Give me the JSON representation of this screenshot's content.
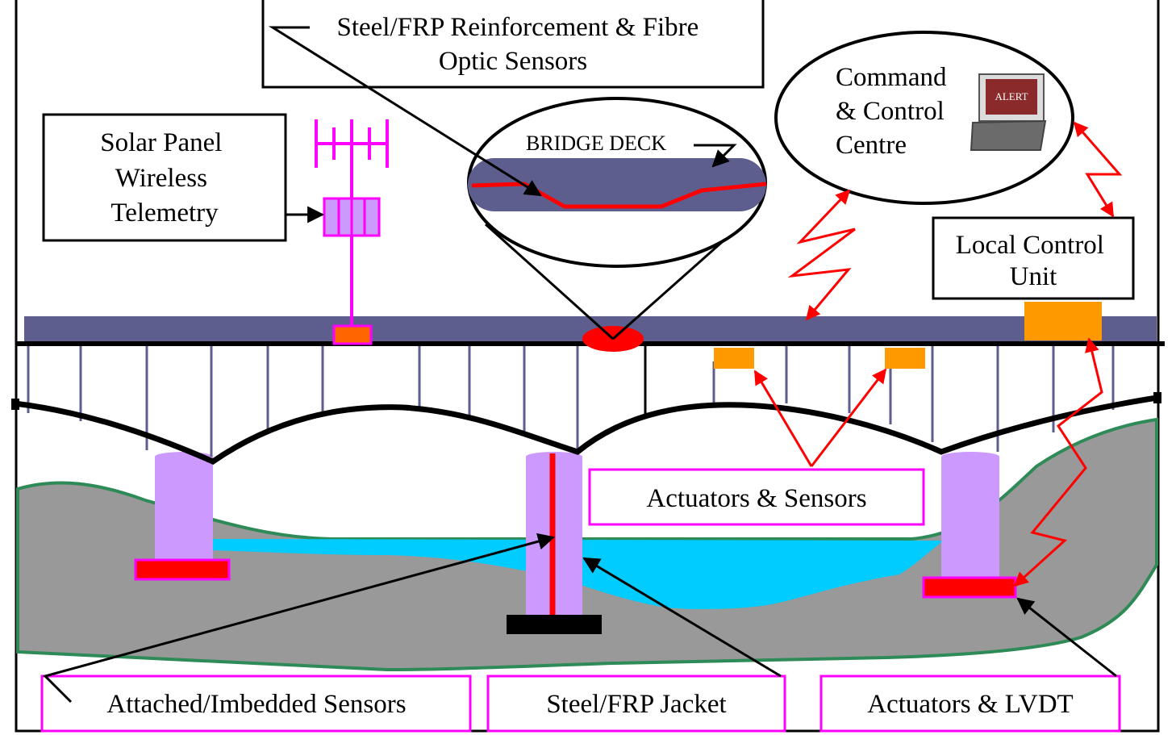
{
  "labels": {
    "steel_frp_reinforcement": [
      "Steel/FRP Reinforcement & Fibre",
      "Optic Sensors"
    ],
    "solar_panel": [
      "Solar Panel",
      "Wireless",
      "Telemetry"
    ],
    "bridge_deck": "BRIDGE DECK",
    "command_control": [
      "Command",
      "& Control",
      "Centre"
    ],
    "laptop_screen": "ALERT",
    "local_control_unit": [
      "Local Control",
      "Unit"
    ],
    "actuators_sensors": "Actuators & Sensors",
    "attached_sensors": "Attached/Imbedded Sensors",
    "steel_frp_jacket": "Steel/FRP Jacket",
    "actuators_lvdt": "Actuators & LVDT"
  },
  "colors": {
    "deck": "#5e5e8e",
    "pier": "#cc99ff",
    "ground": "#999999",
    "ground_edge": "#2e8b57",
    "water": "#00ccff",
    "sensor_red": "#ff0000",
    "actuator_orange": "#ff9900",
    "telemetry_magenta": "#ff00ff"
  }
}
